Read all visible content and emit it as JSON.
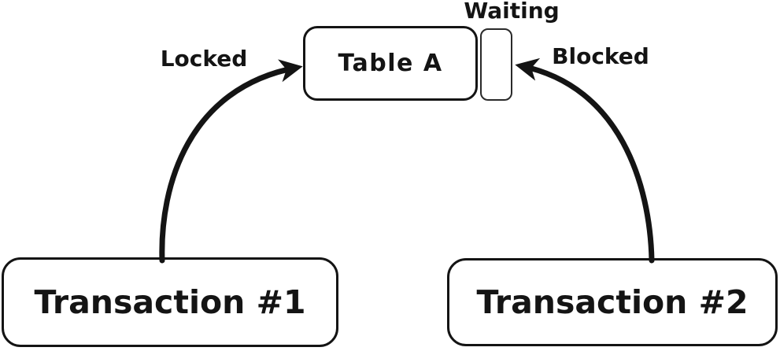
{
  "diagram": {
    "title_implied": "Transaction lock / blocking diagram",
    "background_color": "#ffffff",
    "stroke_color": "#141414",
    "nodes": {
      "table_a": {
        "label": "Table A"
      },
      "waiting_slot": {
        "label": ""
      },
      "transaction_1": {
        "label": "Transaction #1"
      },
      "transaction_2": {
        "label": "Transaction #2"
      }
    },
    "edges": {
      "locked": {
        "label": "Locked",
        "from": "Transaction #1",
        "to": "Table A"
      },
      "blocked": {
        "label": "Blocked",
        "from": "Transaction #2",
        "to": "waiting slot"
      }
    },
    "annotations": {
      "waiting": {
        "label": "Waiting",
        "attached_to": "waiting slot"
      }
    }
  }
}
